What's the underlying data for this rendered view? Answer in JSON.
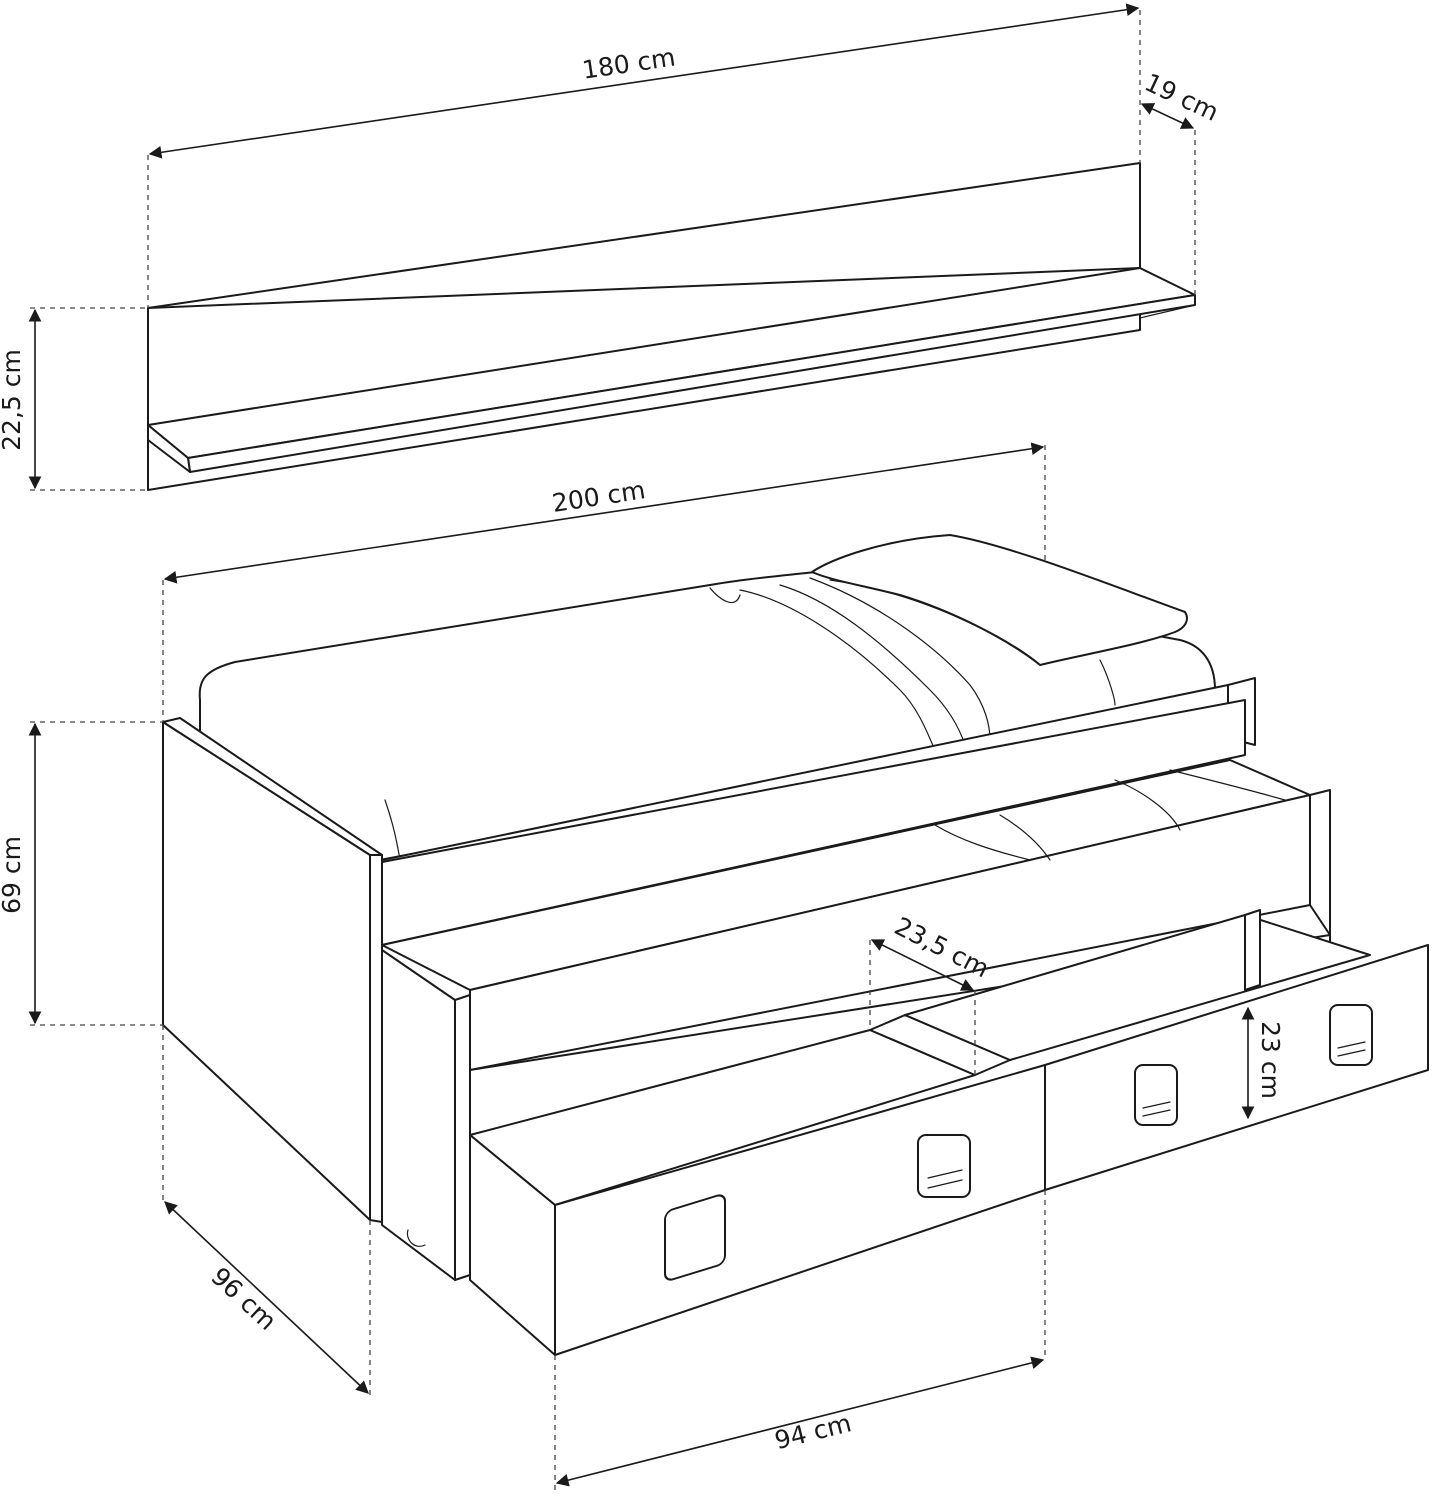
{
  "diagram": {
    "line_color": "#1a1a1a",
    "background": "#ffffff",
    "dimensions": {
      "shelf_width": "180 cm",
      "shelf_depth": "19 cm",
      "shelf_height": "22,5 cm",
      "bed_length": "200 cm",
      "bed_height": "69 cm",
      "bed_depth": "96 cm",
      "drawer_depth": "23,5 cm",
      "drawer_height": "23 cm",
      "drawer_width": "94 cm"
    }
  }
}
